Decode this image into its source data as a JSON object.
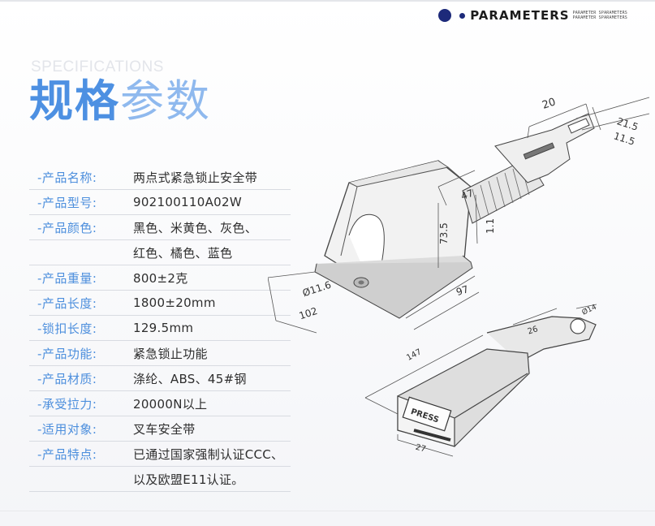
{
  "header": {
    "badge_title": "PARAMETERS",
    "badge_sub_top": "PARAMETER SPARAMETERS",
    "badge_sub_bottom": "PARAMETER SPARAMETERS"
  },
  "heading": {
    "en": "SPECIFICATIONS",
    "cn_strong": "规格",
    "cn_light": "参数"
  },
  "specs": [
    {
      "key": "-产品名称:",
      "value": "两点式紧急锁止安全带"
    },
    {
      "key": "-产品型号:",
      "value": "902100110A02W"
    },
    {
      "key": "-产品颜色:",
      "value": "黑色、米黄色、灰色、"
    },
    {
      "key": "",
      "value": "红色、橘色、蓝色"
    },
    {
      "key": "-产品重量:",
      "value": "800±2克"
    },
    {
      "key": "-产品长度:",
      "value": "1800±20mm"
    },
    {
      "key": "-锁扣长度:",
      "value": "129.5mm"
    },
    {
      "key": "-产品功能:",
      "value": "紧急锁止功能"
    },
    {
      "key": "-产品材质:",
      "value": "涤纶、ABS、45#钢"
    },
    {
      "key": "-承受拉力:",
      "value": "20000N以上"
    },
    {
      "key": "-适用对象:",
      "value": "叉车安全带"
    },
    {
      "key": "-产品特点:",
      "value": "已通过国家强制认证CCC、"
    },
    {
      "key": "",
      "value": "以及欧盟E11认证。"
    }
  ],
  "drawing": {
    "dim_20": "20",
    "dim_21_5": "21.5",
    "dim_11_5": "11.5",
    "dim_47": "47",
    "dim_73_5": "73.5",
    "dim_1_1": "1.1",
    "dim_11_6": "Ø11.6",
    "dim_102": "102",
    "dim_97": "97",
    "dim_14": "Ø14",
    "dim_26": "26",
    "dim_147": "147",
    "dim_27": "27",
    "press_label": "PRESS"
  }
}
